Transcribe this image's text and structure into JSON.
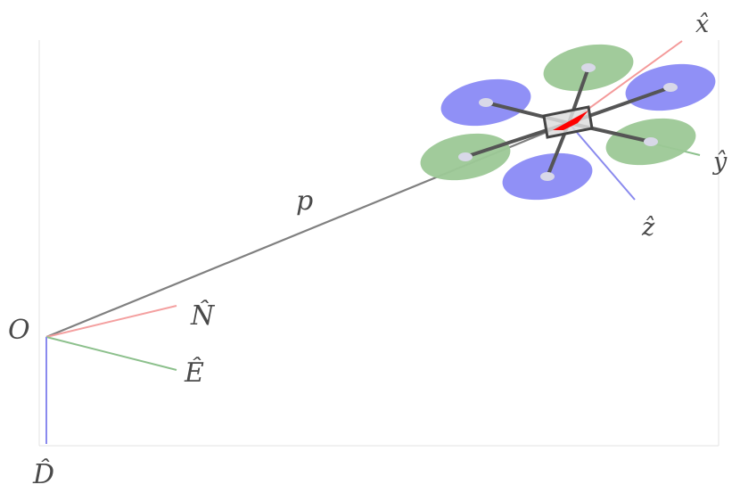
{
  "labels": {
    "origin": "O",
    "north": "N̂",
    "east": "Ê",
    "down": "D̂",
    "position": "p",
    "body_x": "x̂",
    "body_y": "ŷ",
    "body_z": "ẑ"
  },
  "colors": {
    "north_axis": "#f4a0a0",
    "east_axis": "#8cc08c",
    "down_axis": "#8a8aee",
    "body_x_axis": "#f49a9a",
    "body_y_axis": "#8cc08c",
    "body_z_axis": "#8a8aee",
    "position_vector": "#808080",
    "frame_box": "#dddddd",
    "arm": "#555555",
    "rotor_cw": "#8a8af5",
    "rotor_ccw": "#9cc896",
    "hub": "#d8d8e8",
    "heading_arrow": "#ff0000",
    "label_text": "#4a4a4a"
  },
  "icons": {
    "vehicle": "hexacopter-icon"
  }
}
